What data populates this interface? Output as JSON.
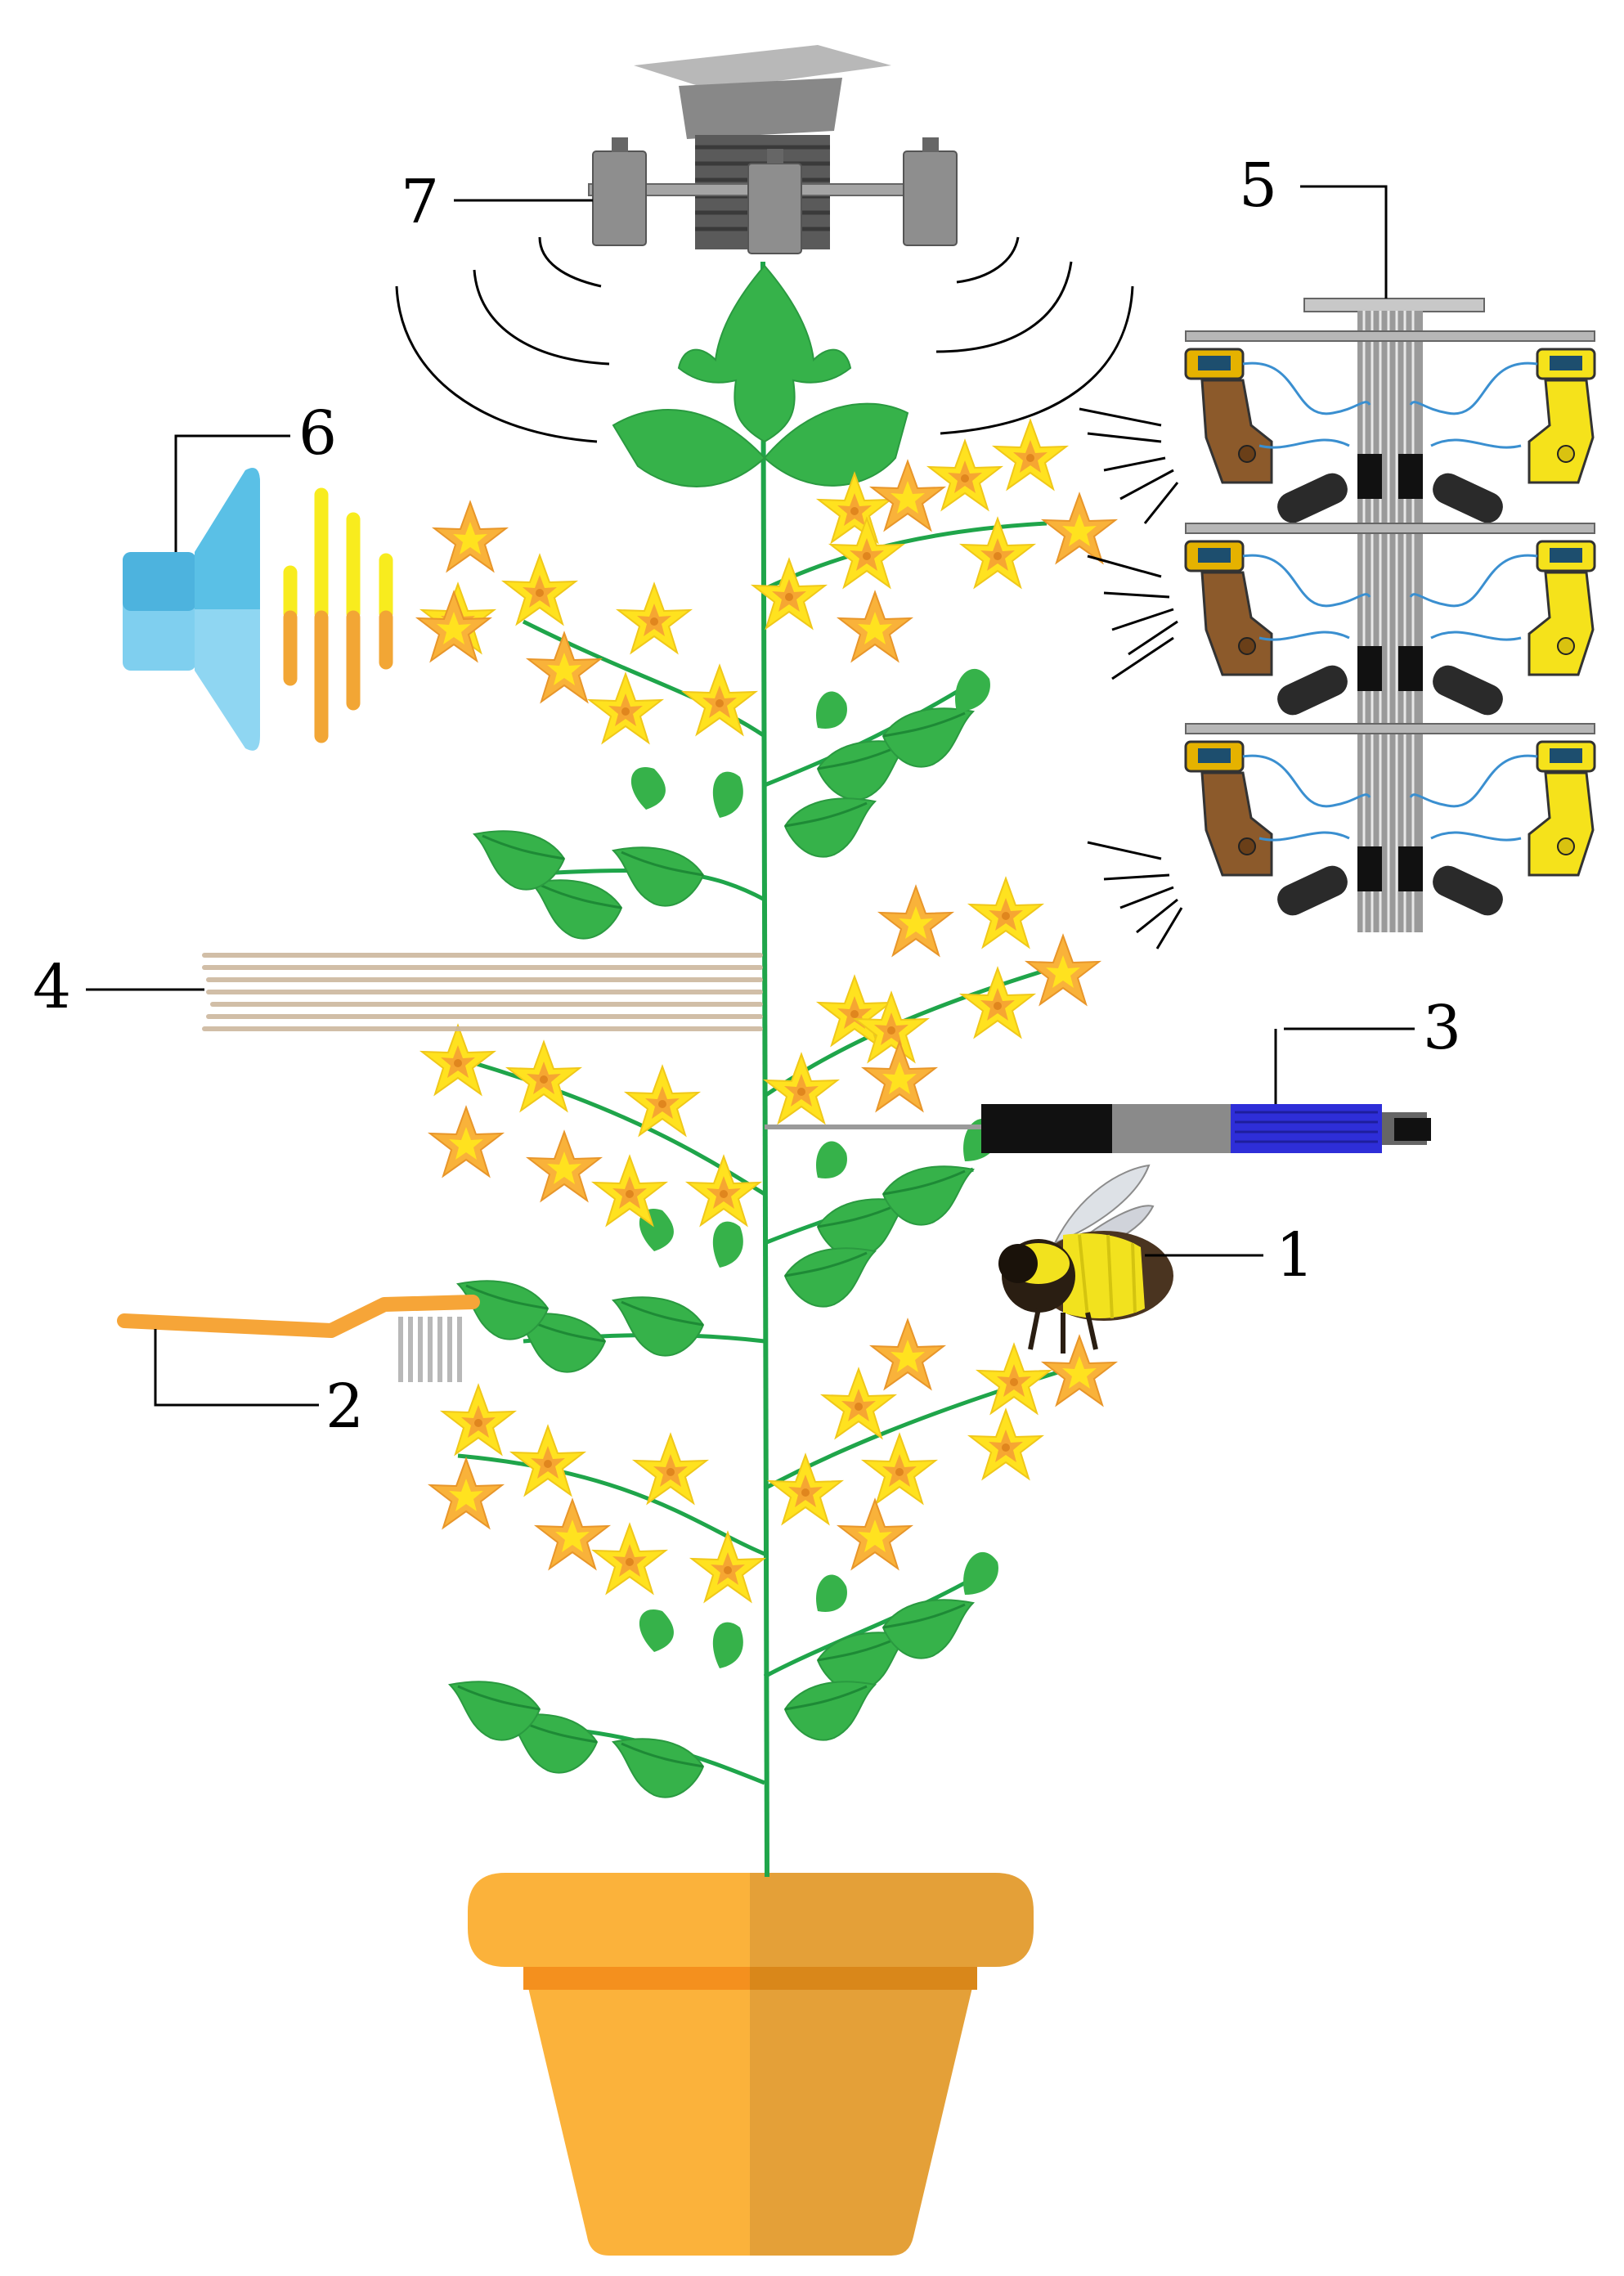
{
  "labels": {
    "bee": "1",
    "toothbrush": "2",
    "vibrator": "3",
    "wind": "4",
    "robot": "5",
    "speaker": "6",
    "drone": "7"
  },
  "colors": {
    "leaf": "#36B24A",
    "leaf_vein": "#1E8A36",
    "stem": "#1FA54A",
    "flower": "#FFE21F",
    "flower_center": "#F6A632",
    "pot_light": "#FBB23B",
    "pot_dark": "#E4A038",
    "pot_band": "#F4901E",
    "speaker_blue": "#5AC0E6",
    "sound_yellow": "#F8EC1E",
    "sound_orange": "#F2A635",
    "brush_orange": "#F6A538",
    "vibrator_blue": "#2E2ED8",
    "robot_brown": "#8C5A2B",
    "robot_yellow": "#F5E21B",
    "robot_grey": "#A0A0A0",
    "drone_grey": "#8E8E8E"
  },
  "icons": [
    "speaker-icon",
    "sound-wave-icon",
    "drone-icon",
    "robot-pollinator-icon",
    "wind-lines-icon",
    "vibrator-wand-icon",
    "bumblebee-icon",
    "toothbrush-icon",
    "tomato-plant-icon",
    "flower-pot-icon"
  ]
}
